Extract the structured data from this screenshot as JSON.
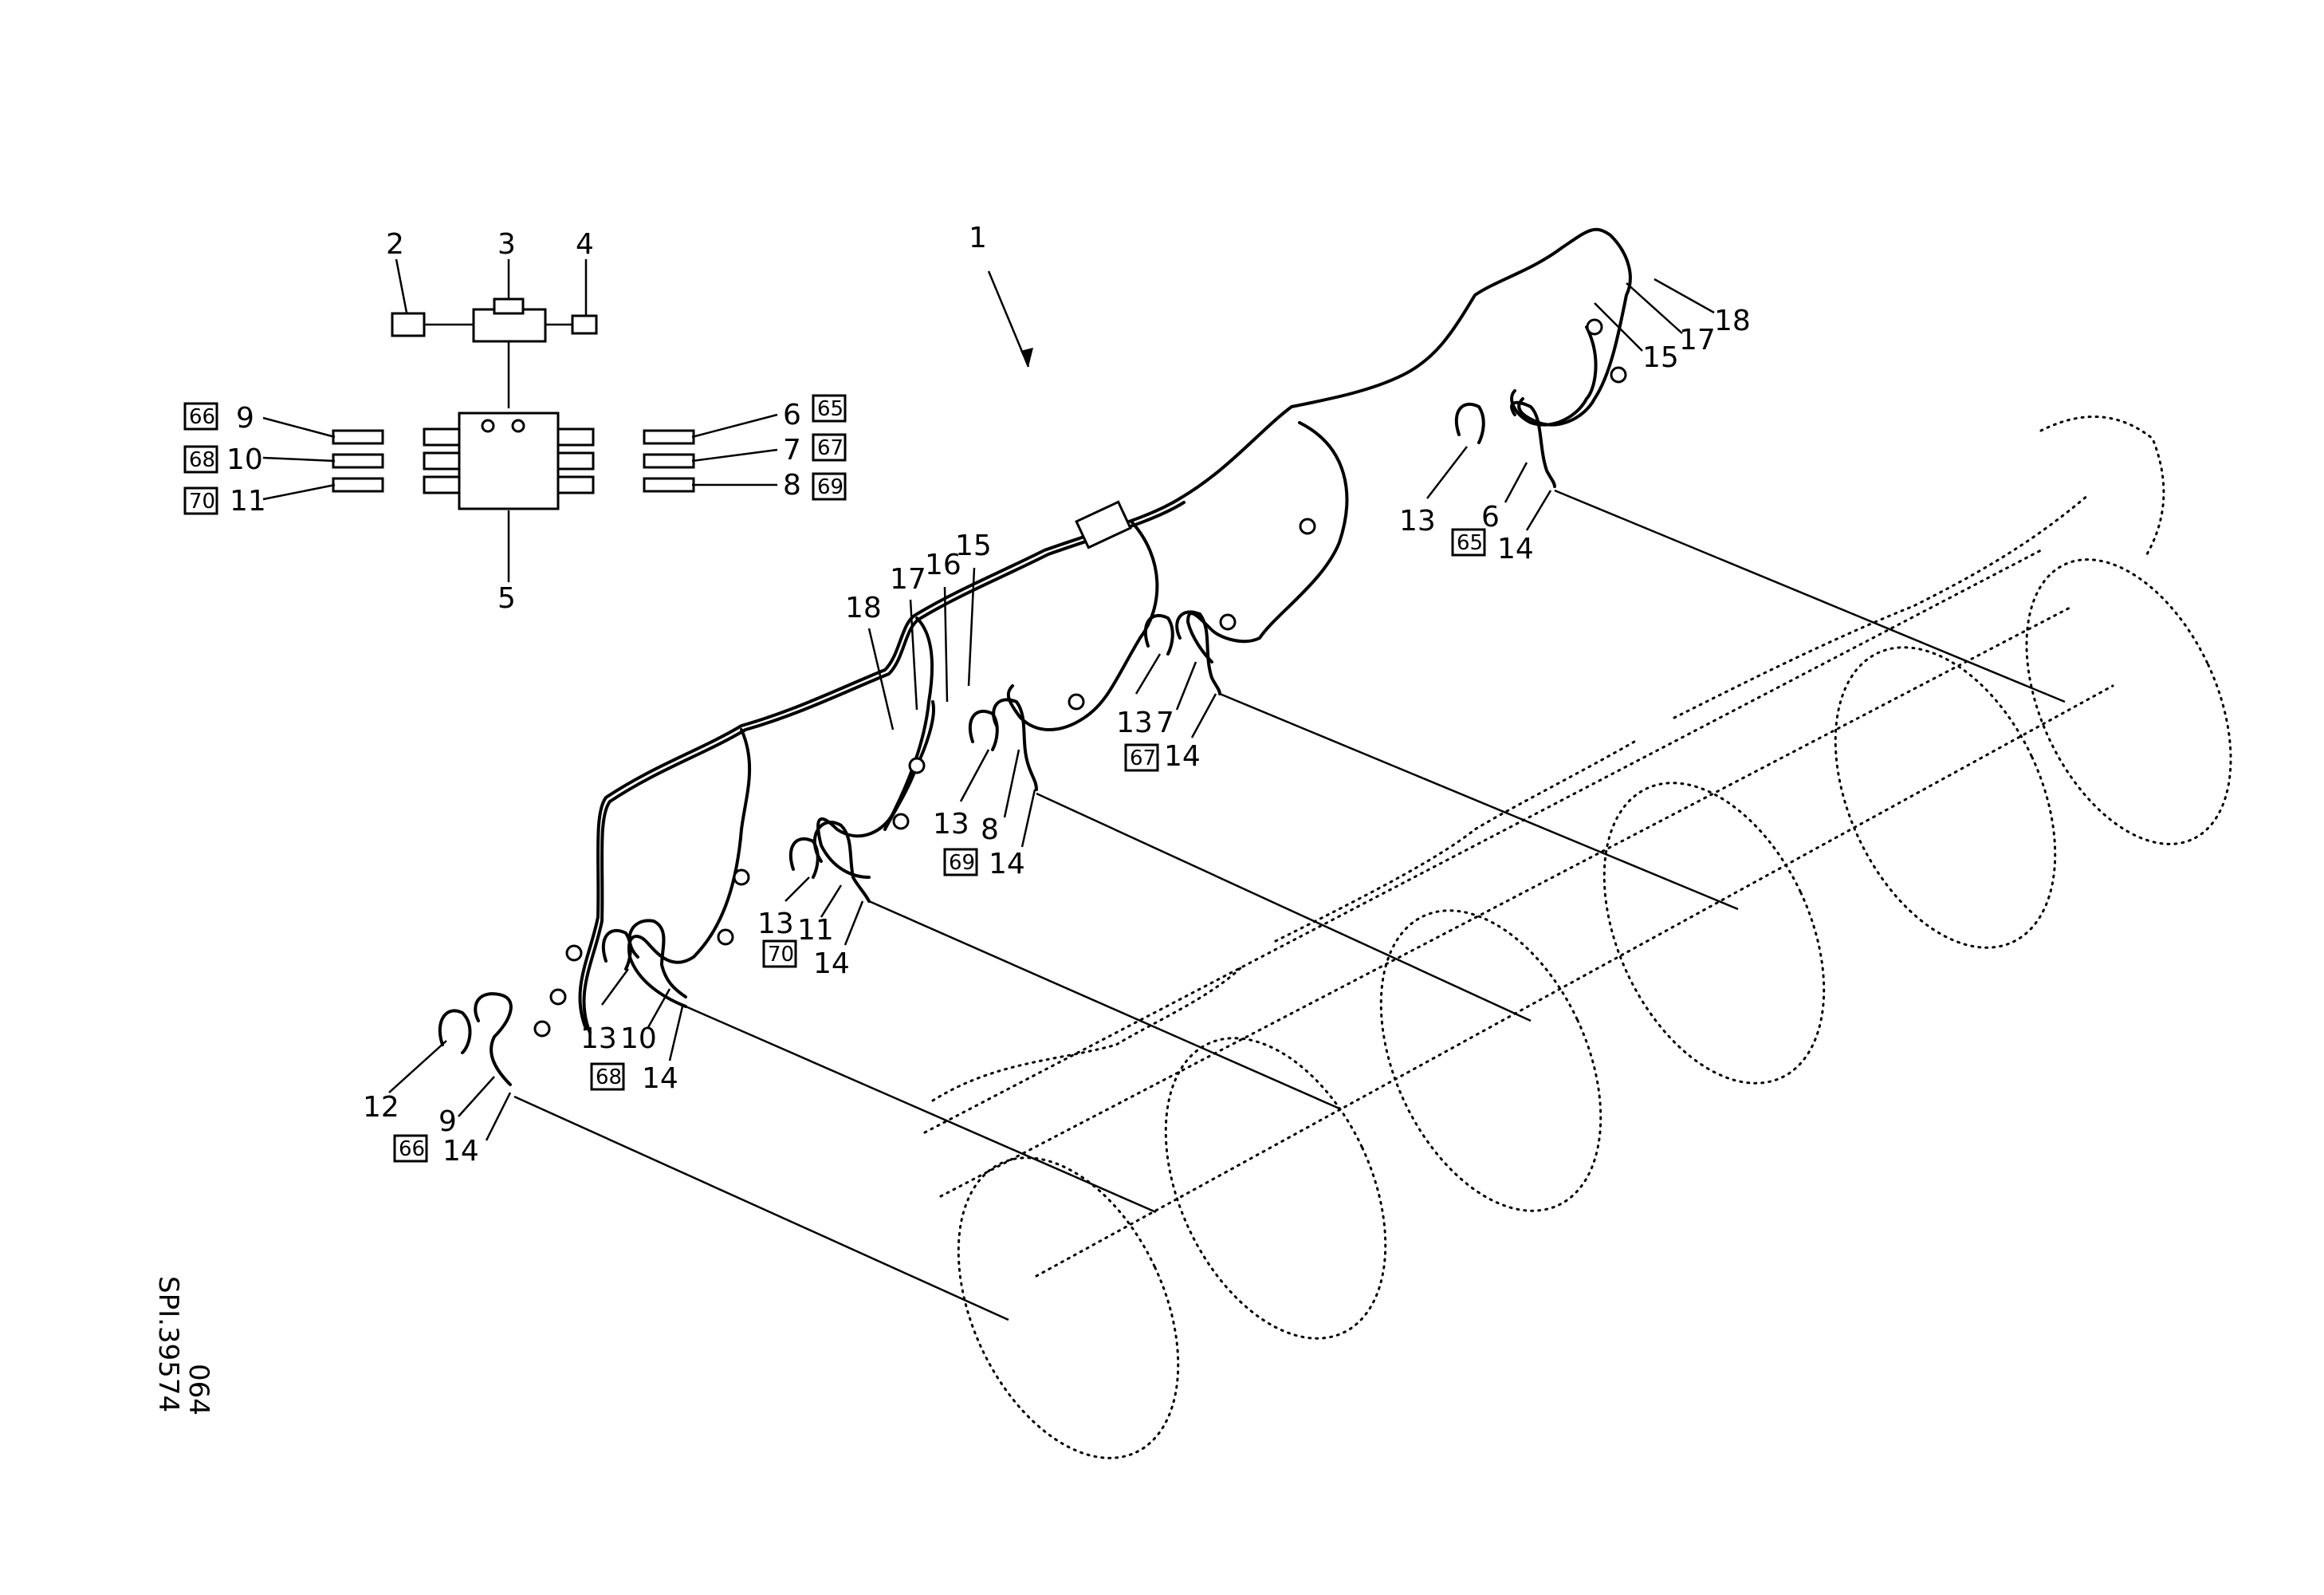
{
  "labels": {
    "p1": "1",
    "p2": "2",
    "p3": "3",
    "p4": "4",
    "p5": "5",
    "p6": "6",
    "p7": "7",
    "p8": "8",
    "p9": "9",
    "p10": "10",
    "p11": "11",
    "p12": "12",
    "p13": "13",
    "p14": "14",
    "p15": "15",
    "p16": "16",
    "p17": "17",
    "p18": "18"
  },
  "boxes": {
    "b65": "65",
    "b66": "66",
    "b67": "67",
    "b68": "68",
    "b69": "69",
    "b70": "70"
  },
  "drawing_code": {
    "line1": "SPI.39574",
    "line2": "064"
  }
}
